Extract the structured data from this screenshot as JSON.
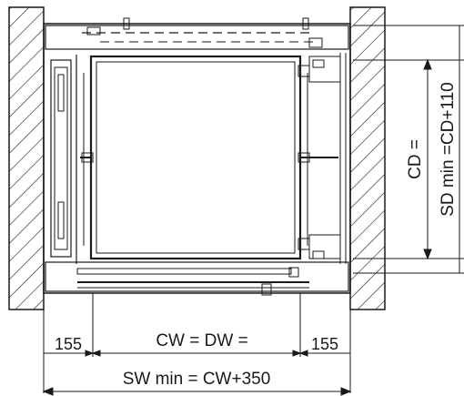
{
  "diagram": {
    "labels": {
      "cw_dw": "CW = DW =",
      "left_clearance": "155",
      "right_clearance": "155",
      "sw_min": "SW min = CW+350",
      "cd": "CD =",
      "sd_min": "SD min =CD+110"
    },
    "colors": {
      "line": "#1a1a1a",
      "hatch": "#1a1a1a",
      "background": "#ffffff"
    }
  }
}
